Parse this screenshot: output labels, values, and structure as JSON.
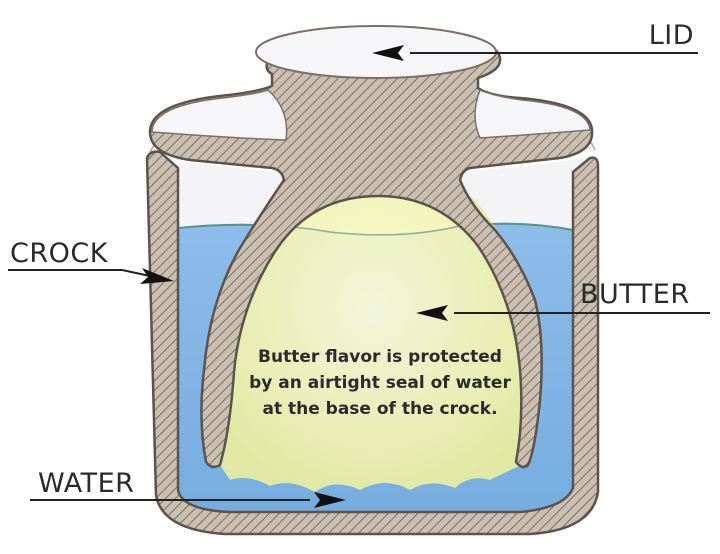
{
  "labels": {
    "lid": "LID",
    "crock": "CROCK",
    "butter": "BUTTER",
    "water": "WATER"
  },
  "caption": {
    "line1": "Butter flavor is protected",
    "line2": "by an airtight seal of water",
    "line3": "at the base of the crock."
  },
  "colors": {
    "water": "#7fb5e6",
    "butter": "#f3f3b0",
    "hatch_fill": "#cbbfb1",
    "hatch_stroke": "#7a6f66",
    "outline": "#5c534c"
  }
}
